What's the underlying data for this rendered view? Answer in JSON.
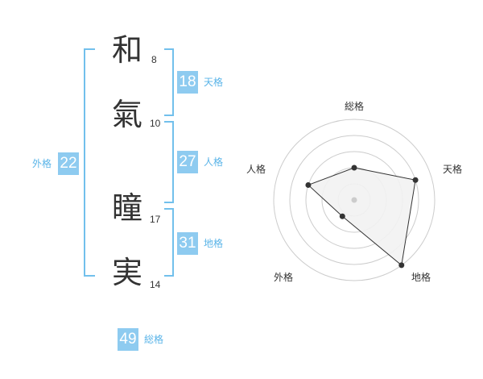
{
  "name": {
    "characters": [
      {
        "char": "和",
        "strokes": "8"
      },
      {
        "char": "氣",
        "strokes": "10"
      },
      {
        "char": "瞳",
        "strokes": "17"
      },
      {
        "char": "実",
        "strokes": "14"
      }
    ]
  },
  "fortunes": {
    "tenkaku": {
      "value": "18",
      "label": "天格"
    },
    "jinkaku": {
      "value": "27",
      "label": "人格"
    },
    "chikaku": {
      "value": "31",
      "label": "地格"
    },
    "gaikaku": {
      "value": "22",
      "label": "外格"
    },
    "soukaku": {
      "value": "49",
      "label": "総格"
    }
  },
  "radar": {
    "axes": [
      "総格",
      "天格",
      "地格",
      "外格",
      "人格"
    ],
    "values": [
      0.4,
      0.8,
      1.0,
      0.25,
      0.6
    ],
    "colors": {
      "fill": "#f2f2f2",
      "stroke": "#333333",
      "grid": "#cccccc",
      "center": "#cccccc"
    }
  },
  "colors": {
    "accent": "#8ecbf0",
    "accent_text": "#5ab4e8",
    "bracket": "#72c0ec"
  }
}
